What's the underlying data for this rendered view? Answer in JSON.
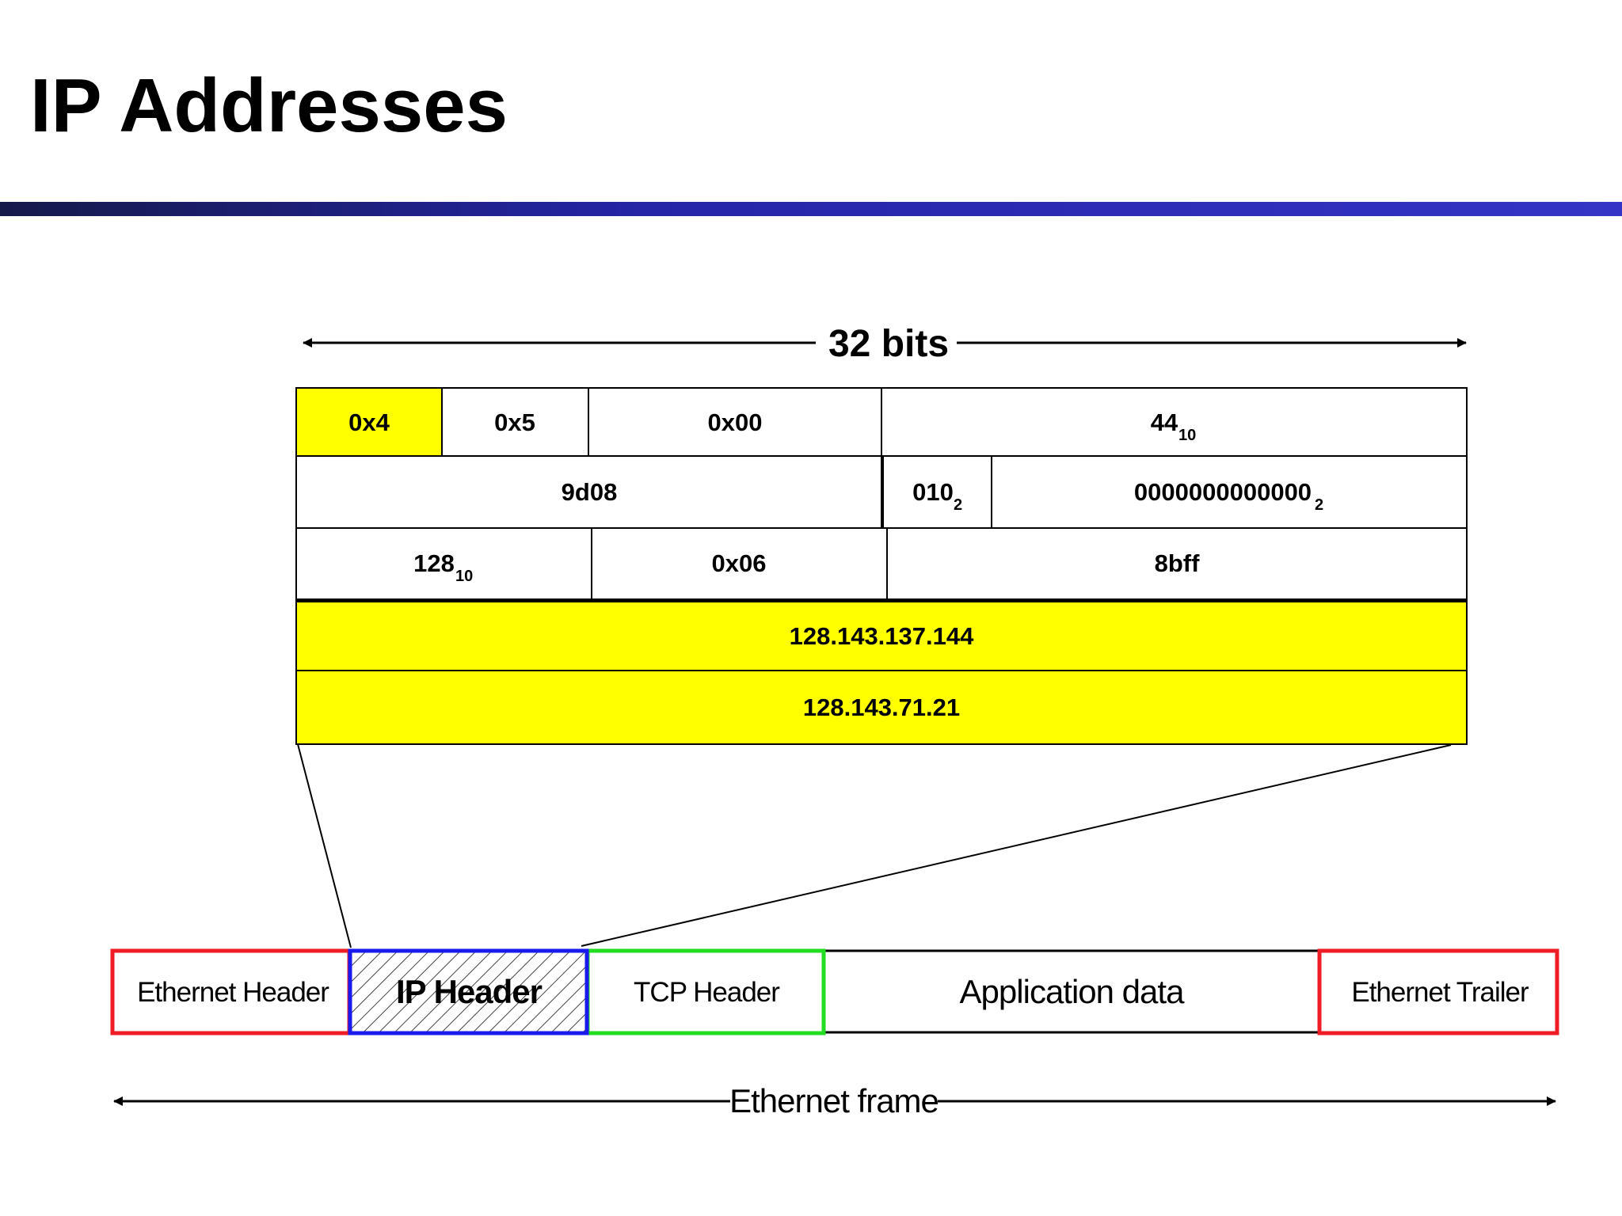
{
  "slide": {
    "title": "IP Addresses"
  },
  "header_diagram": {
    "width_label": "32 bits",
    "rows": [
      [
        {
          "id": "version",
          "text": "0x4",
          "sub": "",
          "highlight": true
        },
        {
          "id": "ihl",
          "text": "0x5",
          "sub": "",
          "highlight": false
        },
        {
          "id": "tos",
          "text": "0x00",
          "sub": "",
          "highlight": false
        },
        {
          "id": "total-length",
          "text": "44",
          "sub": "10",
          "highlight": false
        }
      ],
      [
        {
          "id": "identification",
          "text": "9d08",
          "sub": "",
          "highlight": false
        },
        {
          "id": "flags",
          "text": "010",
          "sub": "2",
          "highlight": false
        },
        {
          "id": "fragment-offset",
          "text": "0000000000000",
          "sub": "2",
          "highlight": false
        }
      ],
      [
        {
          "id": "ttl",
          "text": "128",
          "sub": "10",
          "highlight": false
        },
        {
          "id": "protocol",
          "text": "0x06",
          "sub": "",
          "highlight": false
        },
        {
          "id": "checksum",
          "text": "8bff",
          "sub": "",
          "highlight": false
        }
      ],
      [
        {
          "id": "source-address",
          "text": "128.143.137.144",
          "sub": "",
          "highlight": true
        }
      ],
      [
        {
          "id": "destination-address",
          "text": "128.143.71.21",
          "sub": "",
          "highlight": true
        }
      ]
    ]
  },
  "frame": {
    "segments": [
      {
        "id": "ethernet-header",
        "text": "Ethernet Header",
        "border": "#ee1c24"
      },
      {
        "id": "ip-header",
        "text": "IP Header",
        "border": "#1a1aee"
      },
      {
        "id": "tcp-header",
        "text": "TCP Header",
        "border": "#22dd22"
      },
      {
        "id": "application-data",
        "text": "Application data",
        "border": "#000000"
      },
      {
        "id": "ethernet-trailer",
        "text": "Ethernet Trailer",
        "border": "#ee1c24"
      }
    ],
    "span_label": "Ethernet frame"
  },
  "colors": {
    "highlight": "#ffff00",
    "title_bar": "#2525a8"
  }
}
